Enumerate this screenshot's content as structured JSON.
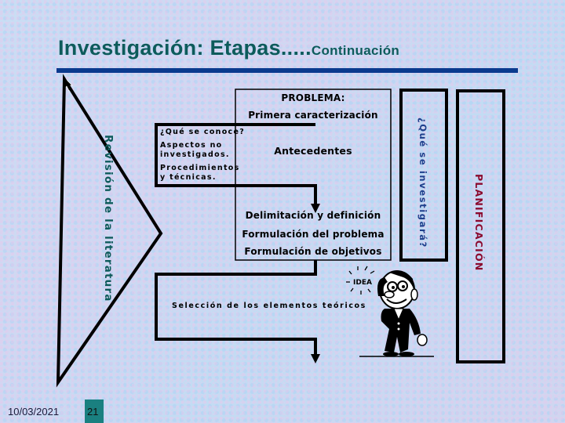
{
  "slide": {
    "title_main": "Investigación: Etapas.....",
    "title_sub": "Continuación",
    "colors": {
      "title": "#0d5b5b",
      "rule": "#0b3a8e",
      "review_text": "#0d5b5b",
      "investigar_text": "#1e3f8c",
      "planificacion_text": "#8b0a2e",
      "page_box": "#1a8080"
    }
  },
  "diagram": {
    "problem_box": {
      "heading": "PROBLEMA:",
      "subheading": "Primera caracterización",
      "antecedentes": "Antecedentes",
      "items": [
        "Delimitación y definición",
        "Formulación del problema",
        "Formulación de objetivos"
      ]
    },
    "known_box": {
      "items": [
        "¿Qué se conoce?",
        "Aspectos no investigados.",
        "Procedimientos y técnicas."
      ]
    },
    "theory_box": {
      "label": "Selección de los elementos teóricos"
    },
    "review_label": "Revisión de la literatura",
    "investigar_label": "¿Qué se investigará?",
    "planificacion_label": "PLANIFICACIÓN",
    "cartoon": {
      "badge": "IDEA",
      "icon": "thinking-man-cartoon"
    }
  },
  "footer": {
    "date": "10/03/2021",
    "page": "21"
  }
}
